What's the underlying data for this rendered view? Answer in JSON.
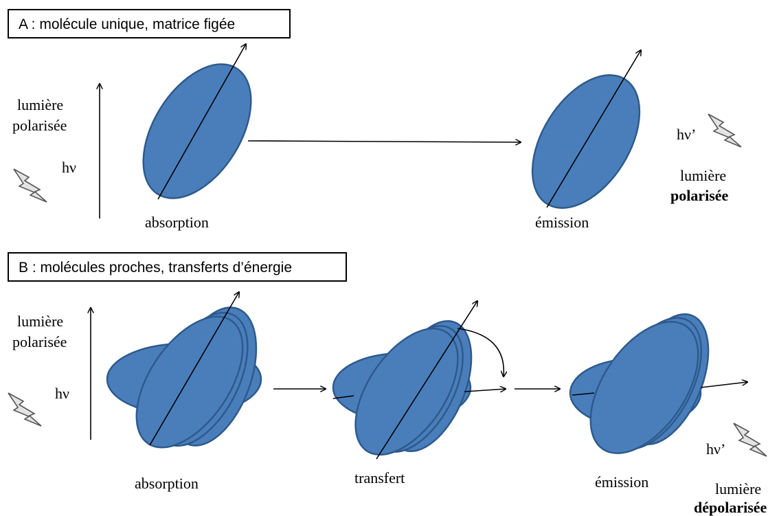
{
  "panel_a": {
    "title": "A : molécule unique, matrice figée",
    "light_in_label_line1": "lumière",
    "light_in_label_line2": "polarisée",
    "photon_in": "hν",
    "step_absorption": "absorption",
    "step_emission": "émission",
    "photon_out": "hν’",
    "light_out_line1": "lumière",
    "light_out_line2": "polarisée"
  },
  "panel_b": {
    "title": "B : molécules proches, transferts d’énergie",
    "light_in_label_line1": "lumière",
    "light_in_label_line2": "polarisée",
    "photon_in": "hν",
    "step_absorption": "absorption",
    "step_transfer": "transfert",
    "step_emission": "émission",
    "photon_out": "hν’",
    "light_out_line1": "lumière",
    "light_out_line2": "dépolarisée"
  },
  "colors": {
    "molecule_fill": "#4a7ebb",
    "molecule_stroke": "#2d5a8c",
    "bolt_fill": "#e3e3e3"
  },
  "icons": [
    "lightning-bolt-icon",
    "arrow-icon"
  ]
}
